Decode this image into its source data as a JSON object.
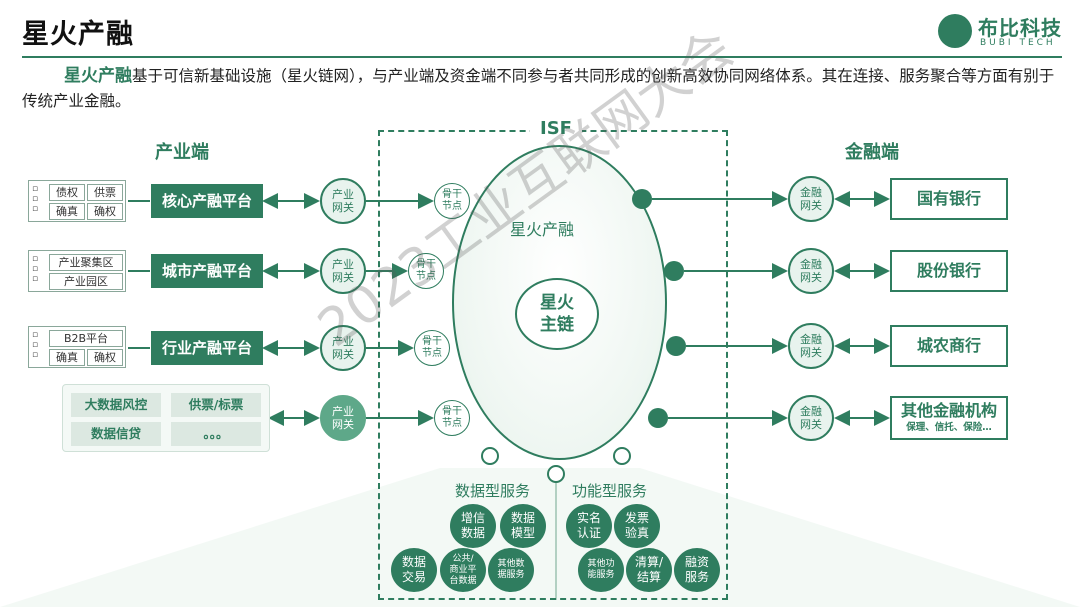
{
  "header": {
    "title": "星火产融",
    "logo_name": "布比科技",
    "logo_sub": "BUBI TECH"
  },
  "intro": {
    "highlight": "星火产融",
    "text": "基于可信新基础设施（星火链网），与产业端及资金端不同参与者共同形成的创新高效协同网络体系。其在连接、服务聚合等方面有别于传统产业金融。"
  },
  "diagram": {
    "isf_label": "ISF",
    "industry_title": "产业端",
    "finance_title": "金融端",
    "oval_label": "星火产融",
    "main_chain": "星火\n主链",
    "sources": [
      {
        "cells": [
          "债权",
          "供票",
          "确真",
          "确权"
        ]
      },
      {
        "cells": [
          "产业聚集区",
          "产业园区"
        ]
      },
      {
        "cells": [
          "B2B平台",
          "确真",
          "确权"
        ]
      }
    ],
    "tags": [
      "大数据风控",
      "供票/标票",
      "数据信贷",
      "。。。"
    ],
    "platforms": [
      "核心产融平台",
      "城市产融平台",
      "行业产融平台"
    ],
    "industry_gateway": "产业\n网关",
    "backbone_node": "骨干\n节点",
    "finance_gateway": "金融\n网关",
    "banks": [
      {
        "name": "国有银行",
        "sub": ""
      },
      {
        "name": "股份银行",
        "sub": ""
      },
      {
        "name": "城农商行",
        "sub": ""
      },
      {
        "name": "其他金融机构",
        "sub": "保理、信托、保险…"
      }
    ],
    "data_services_title": "数据型服务",
    "function_services_title": "功能型服务",
    "data_services": [
      "增信\n数据",
      "数据\n模型",
      "数据\n交易",
      "公共/\n商业平\n台数据",
      "其他数\n据服务"
    ],
    "function_services": [
      "实名\n认证",
      "发票\n验真",
      "其他功\n能服务",
      "清算/\n结算",
      "融资\n服务"
    ]
  },
  "watermark": "2023工业互联网大会",
  "colors": {
    "primary": "#2f7d5f",
    "light": "#e8f3ee",
    "tag_bg": "#dce8e1"
  }
}
